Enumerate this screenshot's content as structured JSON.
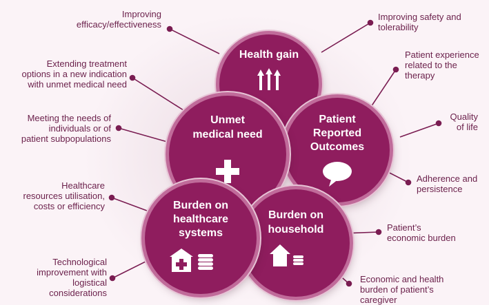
{
  "colors": {
    "circle_fill": "#8f1d5e",
    "circle_ring": "#c06b9a",
    "text": "#6a1f4a",
    "connector": "#7a1d52",
    "background": "#fbf3f7"
  },
  "circles": {
    "health_gain": {
      "title": "Health gain",
      "icon": "upward-arrows-icon"
    },
    "unmet_need": {
      "title_line1": "Unmet",
      "title_line2": "medical need",
      "icon": "plus-icon"
    },
    "pro": {
      "title_line1": "Patient",
      "title_line2": "Reported",
      "title_line3": "Outcomes",
      "icon": "speech-bubble-icon"
    },
    "healthcare_systems": {
      "title_line1": "Burden on",
      "title_line2": "healthcare",
      "title_line3": "systems",
      "icon": "hospital-coins-icon"
    },
    "household": {
      "title_line1": "Burden on",
      "title_line2": "household",
      "icon": "house-coins-icon"
    }
  },
  "annotations": {
    "efficacy": {
      "line1": "Improving",
      "line2": "efficacy/effectiveness"
    },
    "safety": {
      "line1": "Improving safety and",
      "line2": "tolerability"
    },
    "new_indication": {
      "line1": "Extending treatment",
      "line2": "options in a new indication",
      "line3": "with unmet medical need"
    },
    "patient_experience": {
      "line1": "Patient experience",
      "line2": "related to the",
      "line3": "therapy"
    },
    "subpopulations": {
      "line1": "Meeting the needs of",
      "line2": "individuals or of",
      "line3": "patient subpopulations"
    },
    "quality_of_life": {
      "line1": "Quality",
      "line2": "of life"
    },
    "adherence": {
      "line1": "Adherence and",
      "line2": "persistence"
    },
    "resources": {
      "line1": "Healthcare",
      "line2": "resources utilisation,",
      "line3": "costs or efficiency"
    },
    "economic_burden": {
      "line1": "Patient’s",
      "line2": "economic burden"
    },
    "technological": {
      "line1": "Technological",
      "line2": "improvement with",
      "line3": "logistical",
      "line4": "considerations"
    },
    "caregiver": {
      "line1": "Economic and health",
      "line2": "burden of patient’s",
      "line3": "caregiver"
    }
  }
}
